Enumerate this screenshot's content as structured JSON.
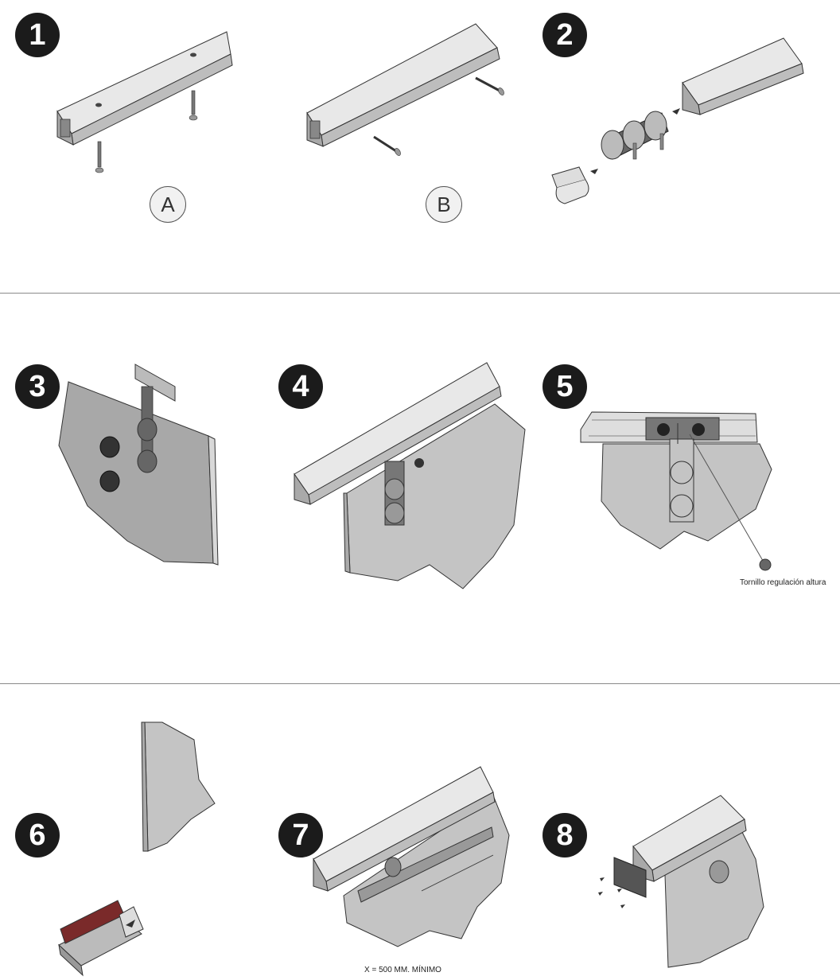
{
  "steps": [
    "1",
    "2",
    "3",
    "4",
    "5",
    "6",
    "7",
    "8"
  ],
  "options": {
    "a": "A",
    "b": "B"
  },
  "labels": {
    "height_screw": "Tornillo regulación altura",
    "min_distance": "X = 500 MM. MÍNIMO"
  },
  "colors": {
    "badge": "#1b1b1b",
    "rail_light": "#e6e6e6",
    "rail_mid": "#bdbdbd",
    "glass": "#c4c4c4",
    "dark_part": "#555555",
    "red_strip": "#7a2a2a"
  }
}
